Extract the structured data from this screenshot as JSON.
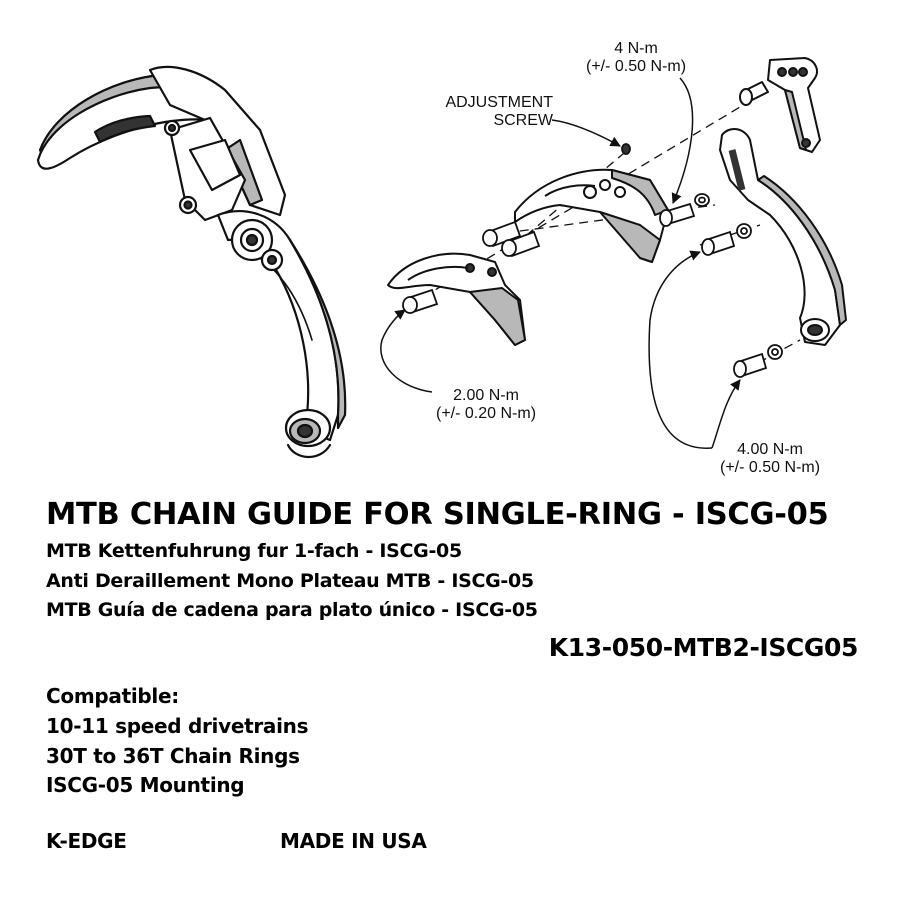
{
  "callouts": {
    "torque_top_value": "4 N-m",
    "torque_top_tol": "(+/- 0.50 N-m)",
    "adjustment_screw_line1": "ADJUSTMENT",
    "adjustment_screw_line2": "SCREW",
    "torque_left_value": "2.00 N-m",
    "torque_left_tol": "(+/- 0.20 N-m)",
    "torque_right_value": "4.00 N-m",
    "torque_right_tol": "(+/- 0.50 N-m)"
  },
  "title": "MTB CHAIN GUIDE FOR SINGLE-RING - ISCG-05",
  "subtitles": [
    "MTB Kettenfuhrung fur 1-fach - ISCG-05",
    "Anti Deraillement Mono Plateau MTB - ISCG-05",
    "MTB Guía de cadena para plato único - ISCG-05"
  ],
  "part_number": "K13-050-MTB2-ISCG05",
  "compatibility": {
    "heading": "Compatible:",
    "items": [
      "10-11 speed drivetrains",
      "30T to 36T Chain Rings",
      "ISCG-05 Mounting"
    ]
  },
  "footer": {
    "brand": "K-EDGE",
    "origin": "MADE IN USA"
  },
  "colors": {
    "line": "#111111",
    "part_fill": "#ffffff",
    "part_shade": "#b8b8b8",
    "part_dark": "#333333"
  }
}
